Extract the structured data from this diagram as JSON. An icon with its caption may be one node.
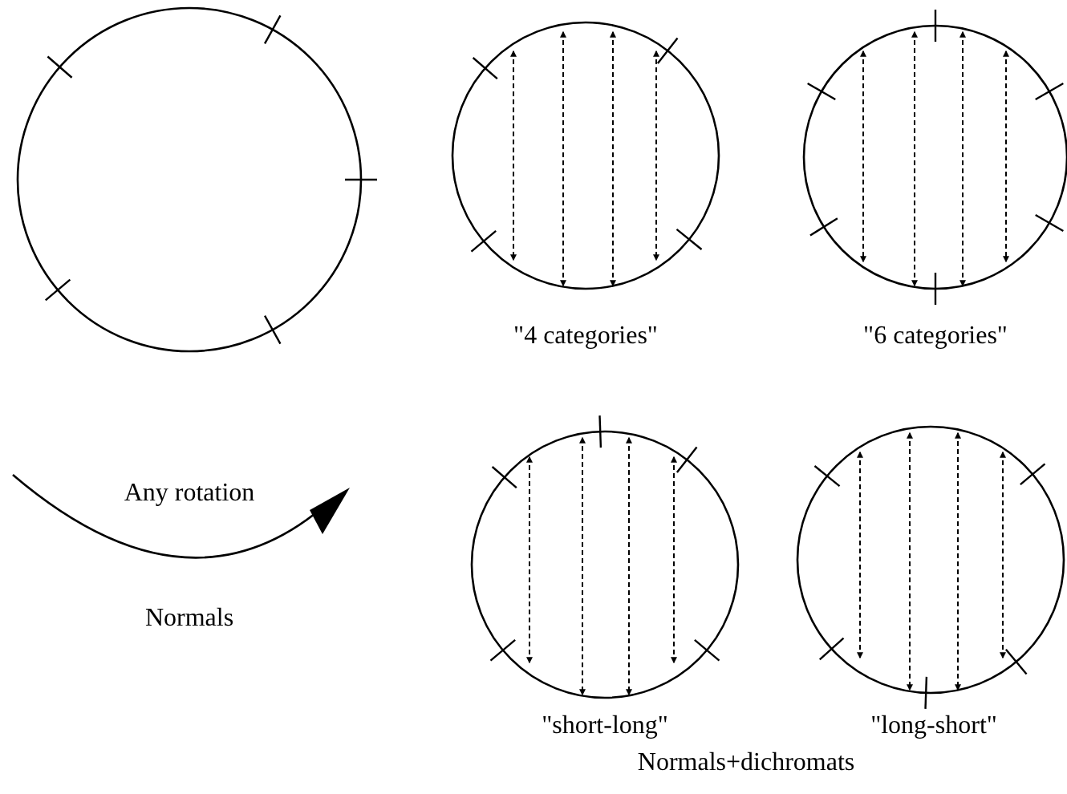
{
  "diagram": {
    "nodes": [
      {
        "text": [],
        "shape": "circle"
      },
      {
        "text": [],
        "shape": "circle",
        "beside": [
          "\"4 categories\""
        ]
      },
      {
        "text": [],
        "shape": "circle",
        "beside": [
          "\"6 categories\""
        ]
      },
      {
        "text": [],
        "shape": "circle",
        "beside": [
          "\"short-long\""
        ]
      },
      {
        "text": [],
        "shape": "circle",
        "beside": [
          "\"long-short\""
        ]
      }
    ],
    "labels": [
      "Any rotation",
      "Normals",
      "Normals+dichromats"
    ]
  }
}
